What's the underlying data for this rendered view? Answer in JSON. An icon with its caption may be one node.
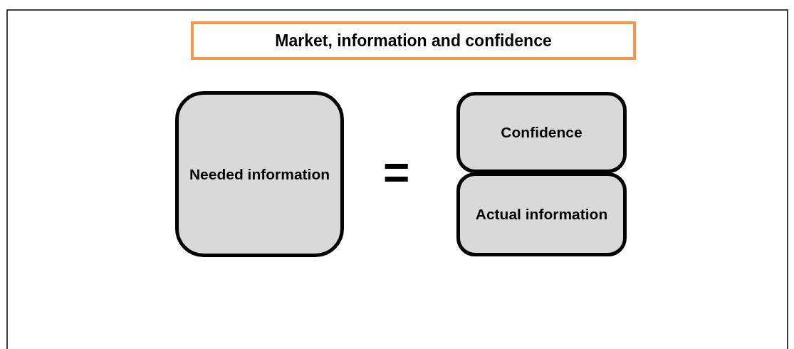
{
  "diagram": {
    "title": "Market, information and confidence",
    "nodes": [
      {
        "text": [
          "Needed information"
        ]
      },
      {
        "text": [
          "Confidence"
        ]
      },
      {
        "text": [
          "Actual information"
        ]
      }
    ],
    "labels": [
      "="
    ]
  }
}
